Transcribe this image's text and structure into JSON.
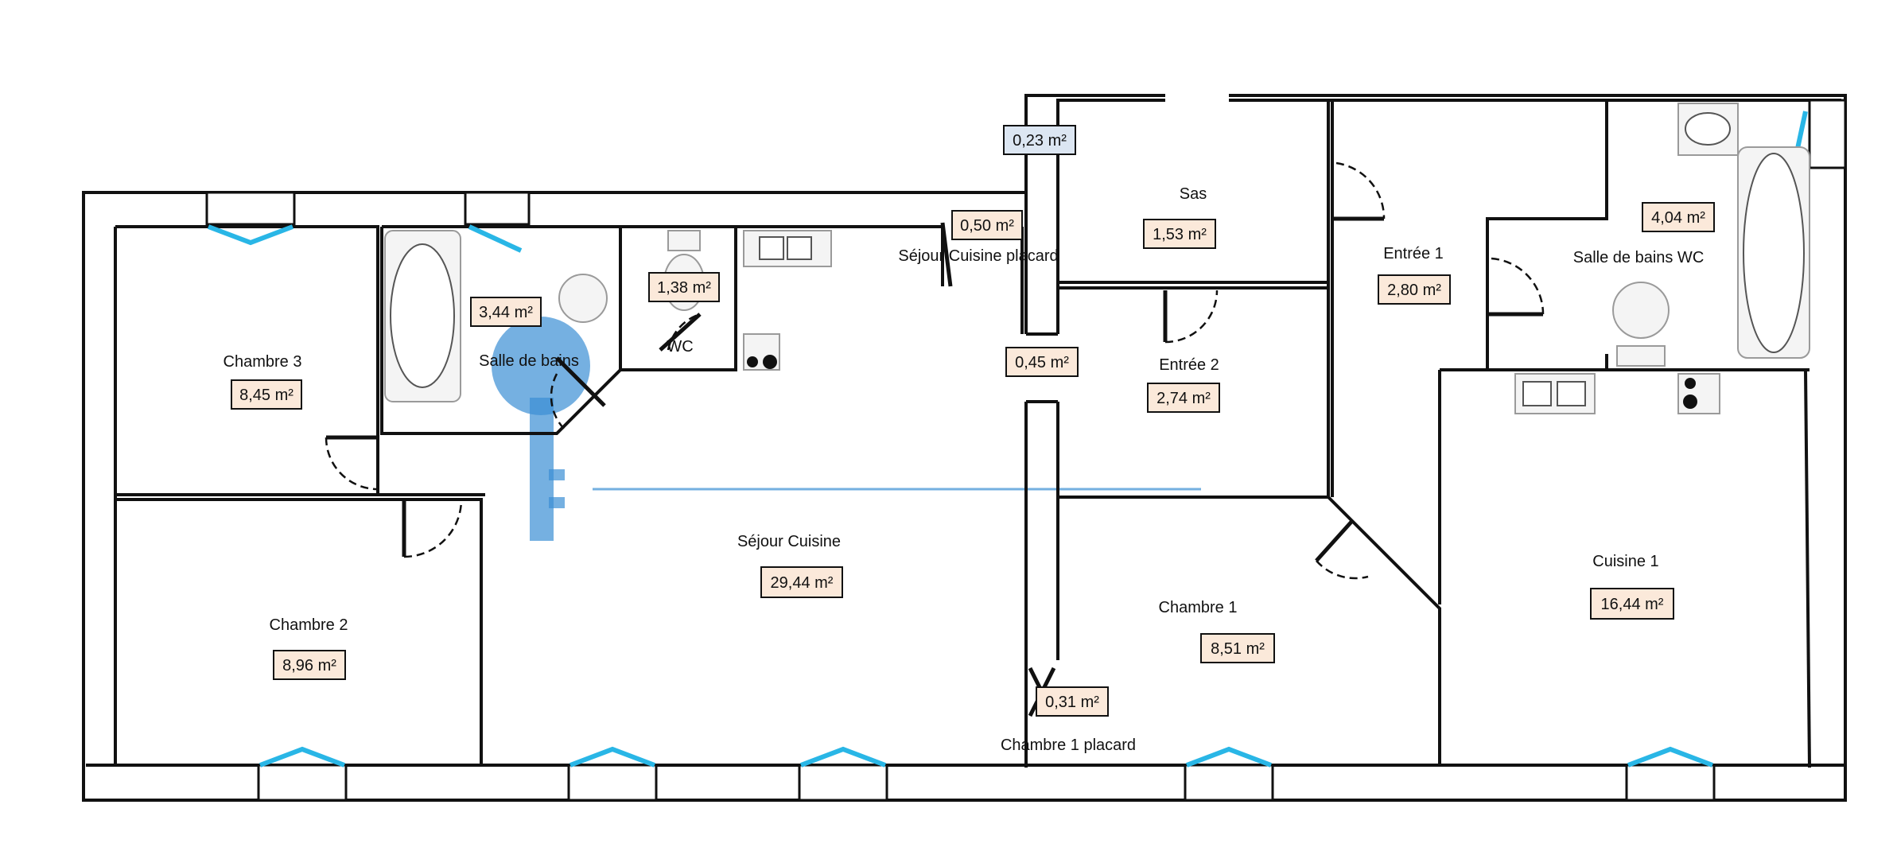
{
  "plan": {
    "rooms": [
      {
        "id": "chambre3",
        "label": "Chambre 3",
        "area": "8,45 m²"
      },
      {
        "id": "salle-de-bains",
        "label": "Salle de bains",
        "area": "3,44 m²"
      },
      {
        "id": "wc",
        "label": "WC",
        "area": "1,38 m²"
      },
      {
        "id": "sejour-cuisine-placard",
        "label": "Séjour Cuisine placard",
        "area": "0,50 m²"
      },
      {
        "id": "sas",
        "label": "Sas",
        "area": "1,53 m²"
      },
      {
        "id": "entree1",
        "label": "Entrée 1",
        "area": "2,80 m²"
      },
      {
        "id": "salle-de-bains-wc",
        "label": "Salle de bains WC",
        "area": "4,04 m²"
      },
      {
        "id": "entree2",
        "label": "Entrée 2",
        "area": "2,74 m²"
      },
      {
        "id": "chambre2",
        "label": "Chambre 2",
        "area": "8,96 m²"
      },
      {
        "id": "sejour-cuisine",
        "label": "Séjour Cuisine",
        "area": "29,44 m²"
      },
      {
        "id": "chambre1",
        "label": "Chambre 1",
        "area": "8,51 m²"
      },
      {
        "id": "cuisine1",
        "label": "Cuisine 1",
        "area": "16,44 m²"
      },
      {
        "id": "chambre1-placard",
        "label": "Chambre 1 placard",
        "area": "0,31 m²"
      }
    ],
    "unlabeled_areas": [
      {
        "id": "duct-top",
        "area": "0,23 m²"
      },
      {
        "id": "corridor-small",
        "area": "0,45 m²"
      }
    ]
  }
}
